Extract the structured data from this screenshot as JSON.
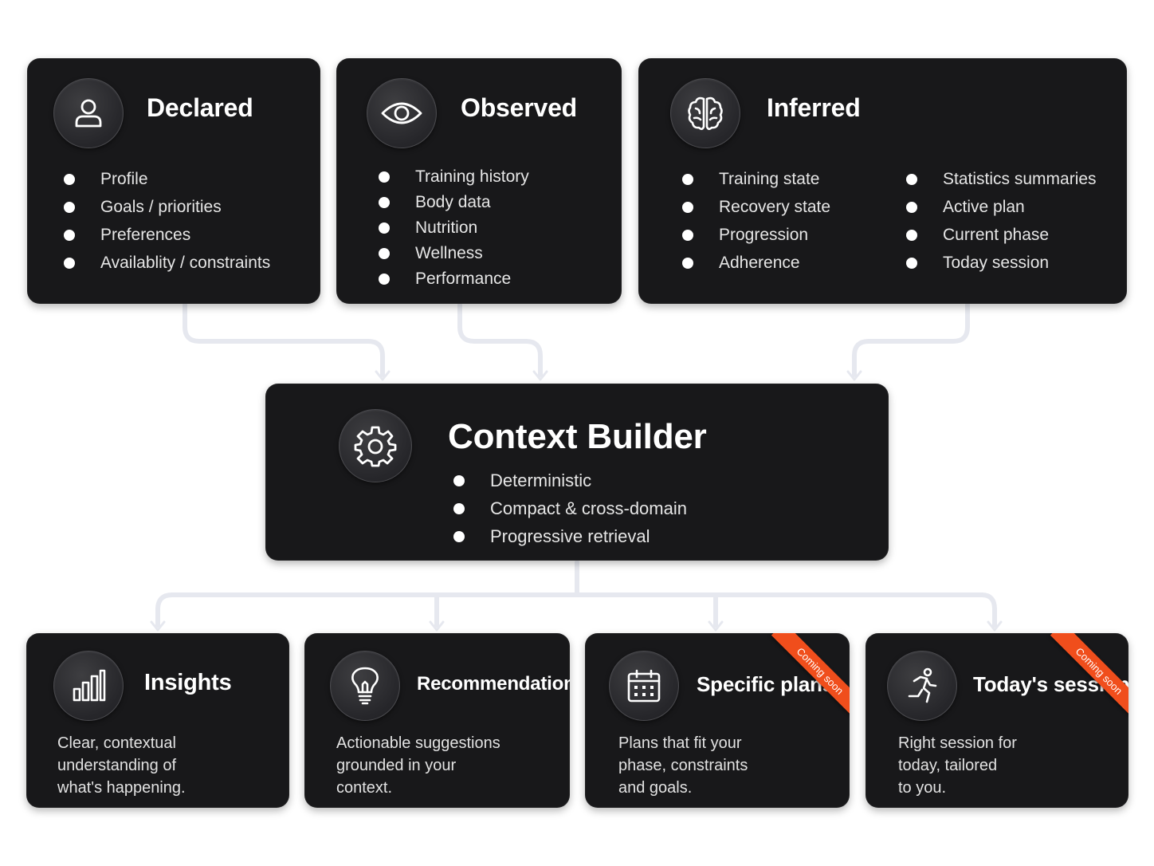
{
  "sources": [
    {
      "id": "declared",
      "title": "Declared",
      "icon": "person-icon",
      "items": [
        "Profile",
        "Goals / priorities",
        "Preferences",
        "Availablity / constraints"
      ]
    },
    {
      "id": "observed",
      "title": "Observed",
      "icon": "eye-icon",
      "items": [
        "Training history",
        "Body data",
        "Nutrition",
        "Wellness",
        "Performance"
      ]
    },
    {
      "id": "inferred",
      "title": "Inferred",
      "icon": "brain-icon",
      "items_left": [
        "Training state",
        "Recovery state",
        "Progression",
        "Adherence"
      ],
      "items_right": [
        "Statistics summaries",
        "Active plan",
        "Current phase",
        "Today session"
      ]
    }
  ],
  "builder": {
    "title": "Context Builder",
    "icon": "gear-icon",
    "items": [
      "Deterministic",
      "Compact & cross-domain",
      "Progressive retrieval"
    ]
  },
  "outputs": [
    {
      "id": "insights",
      "title": "Insights",
      "icon": "bar-chart-icon",
      "desc": [
        "Clear, contextual",
        "understanding of",
        "what's happening."
      ],
      "badge": ""
    },
    {
      "id": "recommendations",
      "title": "Recommendations",
      "icon": "lightbulb-icon",
      "desc": [
        "Actionable suggestions",
        "grounded in your",
        "context."
      ],
      "badge": ""
    },
    {
      "id": "specific-plans",
      "title": "Specific plans",
      "icon": "calendar-icon",
      "desc": [
        "Plans that fit your",
        "phase, constraints",
        "and goals."
      ],
      "badge": "Coming soon"
    },
    {
      "id": "todays-session",
      "title": "Today's session",
      "icon": "running-person-icon",
      "desc": [
        "Right session for",
        "today, tailored",
        "to you."
      ],
      "badge": "Coming soon"
    }
  ],
  "colors": {
    "card": "#18181a",
    "ribbon": "#f04e1c",
    "connector": "#e6e8ef"
  }
}
